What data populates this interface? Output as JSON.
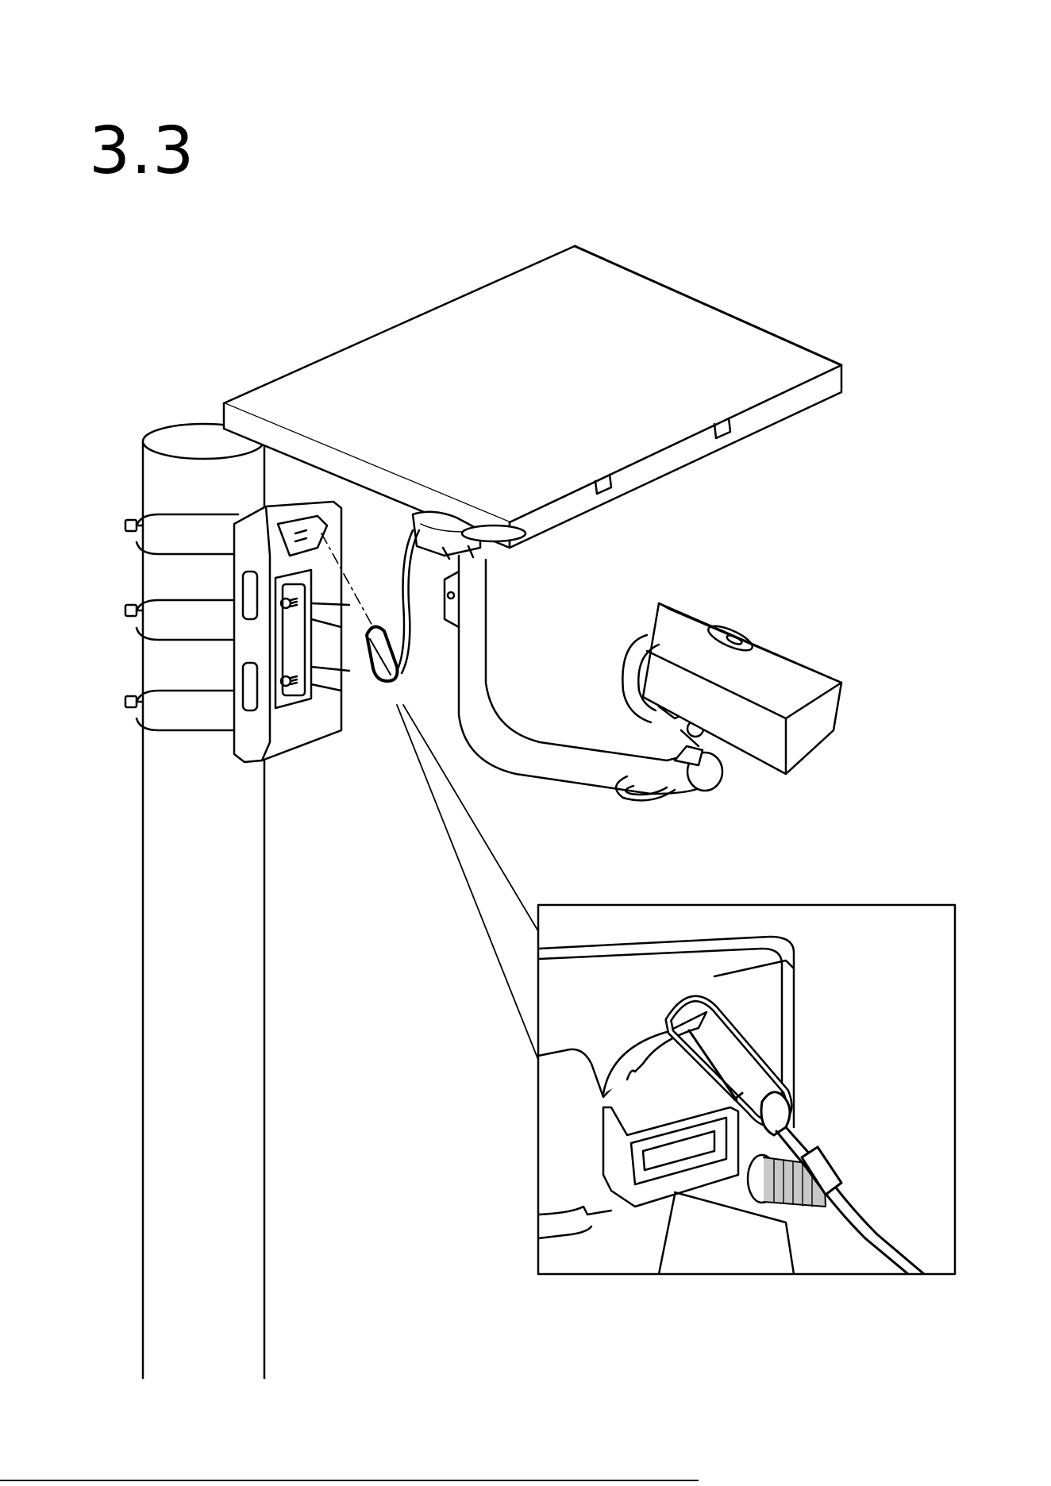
{
  "page": {
    "step_number": "3.3"
  },
  "illustration": {
    "subject": "solar-panel-pole-mount-with-camera",
    "detail_view": "safety-wire-carabiner-detail"
  },
  "colors": {
    "ink": "#000000",
    "paper": "#ffffff",
    "thread_shade": "#c8c8c8"
  }
}
